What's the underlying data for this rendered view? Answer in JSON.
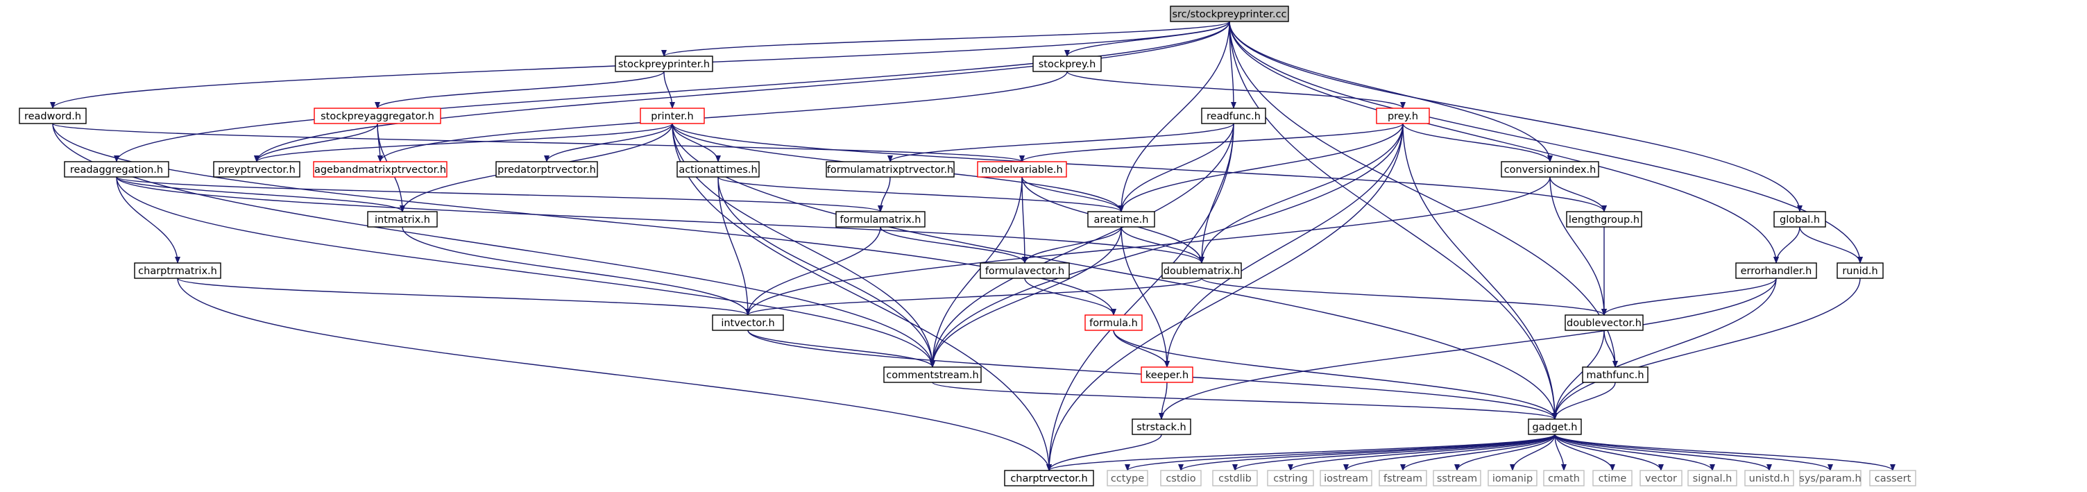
{
  "colors": {
    "edge": "#191970",
    "node_border": "#000000",
    "node_border_incomplete": "#ff0000",
    "node_border_system": "#bfbfbf",
    "root_fill": "#bfbfbf",
    "text": "#000000",
    "system_text": "#555555"
  },
  "nodes": [
    {
      "id": "root",
      "label": "src/stockpreyprinter.cc",
      "kind": "root"
    },
    {
      "id": "stockpreyprinter",
      "label": "stockpreyprinter.h",
      "kind": "normal"
    },
    {
      "id": "stockprey",
      "label": "stockprey.h",
      "kind": "normal"
    },
    {
      "id": "readword",
      "label": "readword.h",
      "kind": "normal"
    },
    {
      "id": "stockpreyaggregator",
      "label": "stockpreyaggregator.h",
      "kind": "incomplete"
    },
    {
      "id": "printer",
      "label": "printer.h",
      "kind": "incomplete"
    },
    {
      "id": "readfunc",
      "label": "readfunc.h",
      "kind": "normal"
    },
    {
      "id": "prey",
      "label": "prey.h",
      "kind": "incomplete"
    },
    {
      "id": "readaggregation",
      "label": "readaggregation.h",
      "kind": "normal"
    },
    {
      "id": "preyptrvector",
      "label": "preyptrvector.h",
      "kind": "normal"
    },
    {
      "id": "agebandmatrixptrvector",
      "label": "agebandmatrixptrvector.h",
      "kind": "incomplete"
    },
    {
      "id": "predatorptrvector",
      "label": "predatorptrvector.h",
      "kind": "normal"
    },
    {
      "id": "actionattimes",
      "label": "actionattimes.h",
      "kind": "normal"
    },
    {
      "id": "formulamatrixptrvector",
      "label": "formulamatrixptrvector.h",
      "kind": "normal"
    },
    {
      "id": "modelvariable",
      "label": "modelvariable.h",
      "kind": "incomplete"
    },
    {
      "id": "conversionindex",
      "label": "conversionindex.h",
      "kind": "normal"
    },
    {
      "id": "global",
      "label": "global.h",
      "kind": "normal"
    },
    {
      "id": "intmatrix",
      "label": "intmatrix.h",
      "kind": "normal"
    },
    {
      "id": "formulamatrix",
      "label": "formulamatrix.h",
      "kind": "normal"
    },
    {
      "id": "areatime",
      "label": "areatime.h",
      "kind": "normal"
    },
    {
      "id": "lengthgroup",
      "label": "lengthgroup.h",
      "kind": "normal"
    },
    {
      "id": "charptrmatrix",
      "label": "charptrmatrix.h",
      "kind": "normal"
    },
    {
      "id": "formulavector",
      "label": "formulavector.h",
      "kind": "normal"
    },
    {
      "id": "doublematrix",
      "label": "doublematrix.h",
      "kind": "normal"
    },
    {
      "id": "errorhandler",
      "label": "errorhandler.h",
      "kind": "normal"
    },
    {
      "id": "runid",
      "label": "runid.h",
      "kind": "normal"
    },
    {
      "id": "intvector",
      "label": "intvector.h",
      "kind": "normal"
    },
    {
      "id": "formula",
      "label": "formula.h",
      "kind": "incomplete"
    },
    {
      "id": "doublevector",
      "label": "doublevector.h",
      "kind": "normal"
    },
    {
      "id": "commentstream",
      "label": "commentstream.h",
      "kind": "normal"
    },
    {
      "id": "keeper",
      "label": "keeper.h",
      "kind": "incomplete"
    },
    {
      "id": "mathfunc",
      "label": "mathfunc.h",
      "kind": "normal"
    },
    {
      "id": "strstack",
      "label": "strstack.h",
      "kind": "normal"
    },
    {
      "id": "gadget",
      "label": "gadget.h",
      "kind": "normal"
    },
    {
      "id": "charptrvector",
      "label": "charptrvector.h",
      "kind": "normal"
    },
    {
      "id": "cctype",
      "label": "cctype",
      "kind": "system"
    },
    {
      "id": "cstdio",
      "label": "cstdio",
      "kind": "system"
    },
    {
      "id": "cstdlib",
      "label": "cstdlib",
      "kind": "system"
    },
    {
      "id": "cstring",
      "label": "cstring",
      "kind": "system"
    },
    {
      "id": "iostream",
      "label": "iostream",
      "kind": "system"
    },
    {
      "id": "fstream",
      "label": "fstream",
      "kind": "system"
    },
    {
      "id": "sstream",
      "label": "sstream",
      "kind": "system"
    },
    {
      "id": "iomanip",
      "label": "iomanip",
      "kind": "system"
    },
    {
      "id": "cmath",
      "label": "cmath",
      "kind": "system"
    },
    {
      "id": "ctime",
      "label": "ctime",
      "kind": "system"
    },
    {
      "id": "vector",
      "label": "vector",
      "kind": "system"
    },
    {
      "id": "signal",
      "label": "signal.h",
      "kind": "system"
    },
    {
      "id": "unistd",
      "label": "unistd.h",
      "kind": "system"
    },
    {
      "id": "sysparam",
      "label": "sys/param.h",
      "kind": "system"
    },
    {
      "id": "cassert",
      "label": "cassert",
      "kind": "system"
    }
  ],
  "edges": [
    [
      "root",
      "stockpreyprinter"
    ],
    [
      "root",
      "stockprey"
    ],
    [
      "root",
      "readword"
    ],
    [
      "root",
      "readaggregation"
    ],
    [
      "root",
      "preyptrvector"
    ],
    [
      "root",
      "areatime"
    ],
    [
      "root",
      "readfunc"
    ],
    [
      "root",
      "conversionindex"
    ],
    [
      "root",
      "global"
    ],
    [
      "root",
      "errorhandler"
    ],
    [
      "root",
      "runid"
    ],
    [
      "root",
      "mathfunc"
    ],
    [
      "root",
      "gadget"
    ],
    [
      "stockpreyprinter",
      "stockpreyaggregator"
    ],
    [
      "stockpreyprinter",
      "printer"
    ],
    [
      "stockprey",
      "prey"
    ],
    [
      "stockprey",
      "agebandmatrixptrvector"
    ],
    [
      "readword",
      "commentstream"
    ],
    [
      "readword",
      "formula"
    ],
    [
      "readword",
      "modelvariable"
    ],
    [
      "stockpreyaggregator",
      "preyptrvector"
    ],
    [
      "stockpreyaggregator",
      "agebandmatrixptrvector"
    ],
    [
      "stockpreyaggregator",
      "intmatrix"
    ],
    [
      "printer",
      "preyptrvector"
    ],
    [
      "printer",
      "predatorptrvector"
    ],
    [
      "printer",
      "actionattimes"
    ],
    [
      "printer",
      "intmatrix"
    ],
    [
      "printer",
      "areatime"
    ],
    [
      "printer",
      "lengthgroup"
    ],
    [
      "printer",
      "commentstream"
    ],
    [
      "printer",
      "charptrvector"
    ],
    [
      "printer",
      "gadget"
    ],
    [
      "readfunc",
      "formulamatrixptrvector"
    ],
    [
      "readfunc",
      "areatime"
    ],
    [
      "readfunc",
      "doublematrix"
    ],
    [
      "readfunc",
      "commentstream"
    ],
    [
      "readfunc",
      "charptrvector"
    ],
    [
      "prey",
      "modelvariable"
    ],
    [
      "prey",
      "conversionindex"
    ],
    [
      "prey",
      "areatime"
    ],
    [
      "prey",
      "doublematrix"
    ],
    [
      "prey",
      "commentstream"
    ],
    [
      "prey",
      "keeper"
    ],
    [
      "prey",
      "charptrvector"
    ],
    [
      "prey",
      "gadget"
    ],
    [
      "readaggregation",
      "intmatrix"
    ],
    [
      "readaggregation",
      "formulamatrix"
    ],
    [
      "readaggregation",
      "doublematrix"
    ],
    [
      "readaggregation",
      "charptrmatrix"
    ],
    [
      "readaggregation",
      "commentstream"
    ],
    [
      "actionattimes",
      "areatime"
    ],
    [
      "actionattimes",
      "intvector"
    ],
    [
      "actionattimes",
      "commentstream"
    ],
    [
      "formulamatrixptrvector",
      "formulamatrix"
    ],
    [
      "modelvariable",
      "areatime"
    ],
    [
      "modelvariable",
      "formulavector"
    ],
    [
      "modelvariable",
      "doublematrix"
    ],
    [
      "modelvariable",
      "commentstream"
    ],
    [
      "conversionindex",
      "lengthgroup"
    ],
    [
      "conversionindex",
      "doublevector"
    ],
    [
      "conversionindex",
      "intvector"
    ],
    [
      "global",
      "errorhandler"
    ],
    [
      "global",
      "runid"
    ],
    [
      "intmatrix",
      "intvector"
    ],
    [
      "formulamatrix",
      "formulavector"
    ],
    [
      "formulamatrix",
      "intvector"
    ],
    [
      "areatime",
      "formulavector"
    ],
    [
      "areatime",
      "doublematrix"
    ],
    [
      "areatime",
      "commentstream"
    ],
    [
      "areatime",
      "keeper"
    ],
    [
      "lengthgroup",
      "doublevector"
    ],
    [
      "charptrmatrix",
      "charptrvector"
    ],
    [
      "charptrmatrix",
      "intvector"
    ],
    [
      "formulavector",
      "formula"
    ],
    [
      "doublematrix",
      "intvector"
    ],
    [
      "doublematrix",
      "doublevector"
    ],
    [
      "errorhandler",
      "doublevector"
    ],
    [
      "errorhandler",
      "strstack"
    ],
    [
      "errorhandler",
      "gadget"
    ],
    [
      "runid",
      "gadget"
    ],
    [
      "intvector",
      "commentstream"
    ],
    [
      "intvector",
      "gadget"
    ],
    [
      "formula",
      "keeper"
    ],
    [
      "formula",
      "gadget"
    ],
    [
      "doublevector",
      "mathfunc"
    ],
    [
      "doublevector",
      "gadget"
    ],
    [
      "commentstream",
      "gadget"
    ],
    [
      "keeper",
      "strstack"
    ],
    [
      "mathfunc",
      "gadget"
    ],
    [
      "strstack",
      "charptrvector"
    ],
    [
      "gadget",
      "charptrvector"
    ],
    [
      "gadget",
      "cctype"
    ],
    [
      "gadget",
      "cstdio"
    ],
    [
      "gadget",
      "cstdlib"
    ],
    [
      "gadget",
      "cstring"
    ],
    [
      "gadget",
      "iostream"
    ],
    [
      "gadget",
      "fstream"
    ],
    [
      "gadget",
      "sstream"
    ],
    [
      "gadget",
      "iomanip"
    ],
    [
      "gadget",
      "cmath"
    ],
    [
      "gadget",
      "ctime"
    ],
    [
      "gadget",
      "vector"
    ],
    [
      "gadget",
      "signal"
    ],
    [
      "gadget",
      "unistd"
    ],
    [
      "gadget",
      "sysparam"
    ],
    [
      "gadget",
      "cassert"
    ]
  ]
}
